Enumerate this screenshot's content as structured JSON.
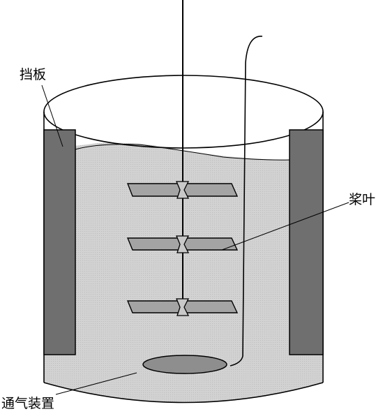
{
  "labels": {
    "baffle": "挡板",
    "impeller": "桨叶",
    "aerator": "通气装置"
  },
  "colors": {
    "liquid": "#d2d2d2",
    "baffle": "#6f6f6f",
    "blade": "#a4a4a4",
    "sparger": "#8e8e8e",
    "outline": "#000000"
  }
}
